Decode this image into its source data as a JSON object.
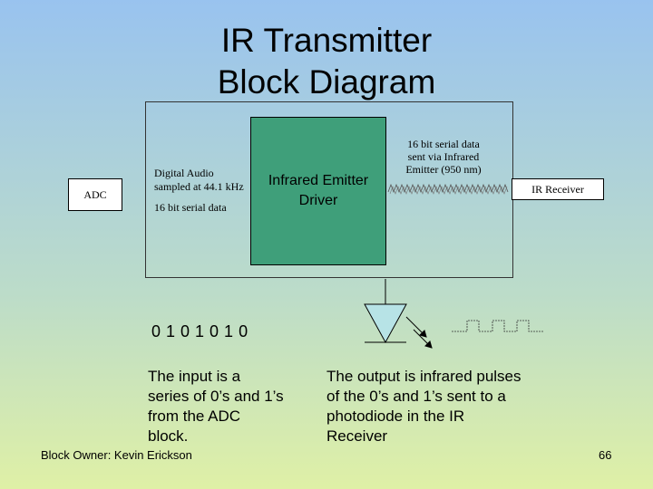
{
  "title": {
    "line1": "IR Transmitter",
    "line2": "Block Diagram"
  },
  "diagram": {
    "adc_label": "ADC",
    "digital_audio_line1": "Digital Audio",
    "digital_audio_line2": "sampled at 44.1 kHz",
    "serial_data_in": "16 bit serial data",
    "driver_line1": "Infrared Emitter",
    "driver_line2": "Driver",
    "serial_out_line1": "16 bit serial data",
    "serial_out_line2": "sent via Infrared",
    "serial_out_line3": "Emitter (950 nm)",
    "ir_receiver_label": "IR Receiver"
  },
  "bits_sequence": "0 1 0 1 0 1 0",
  "input_description": "The input is a series of 0’s and 1’s from the ADC block.",
  "output_description": "The output is infrared pulses of the 0’s and 1’s sent to a photodiode in the IR Receiver",
  "footer": {
    "owner": "Block Owner:  Kevin Erickson",
    "page_number": "66"
  },
  "colors": {
    "driver_fill": "#3f9f7a",
    "diode_fill": "#b7e3e6"
  }
}
